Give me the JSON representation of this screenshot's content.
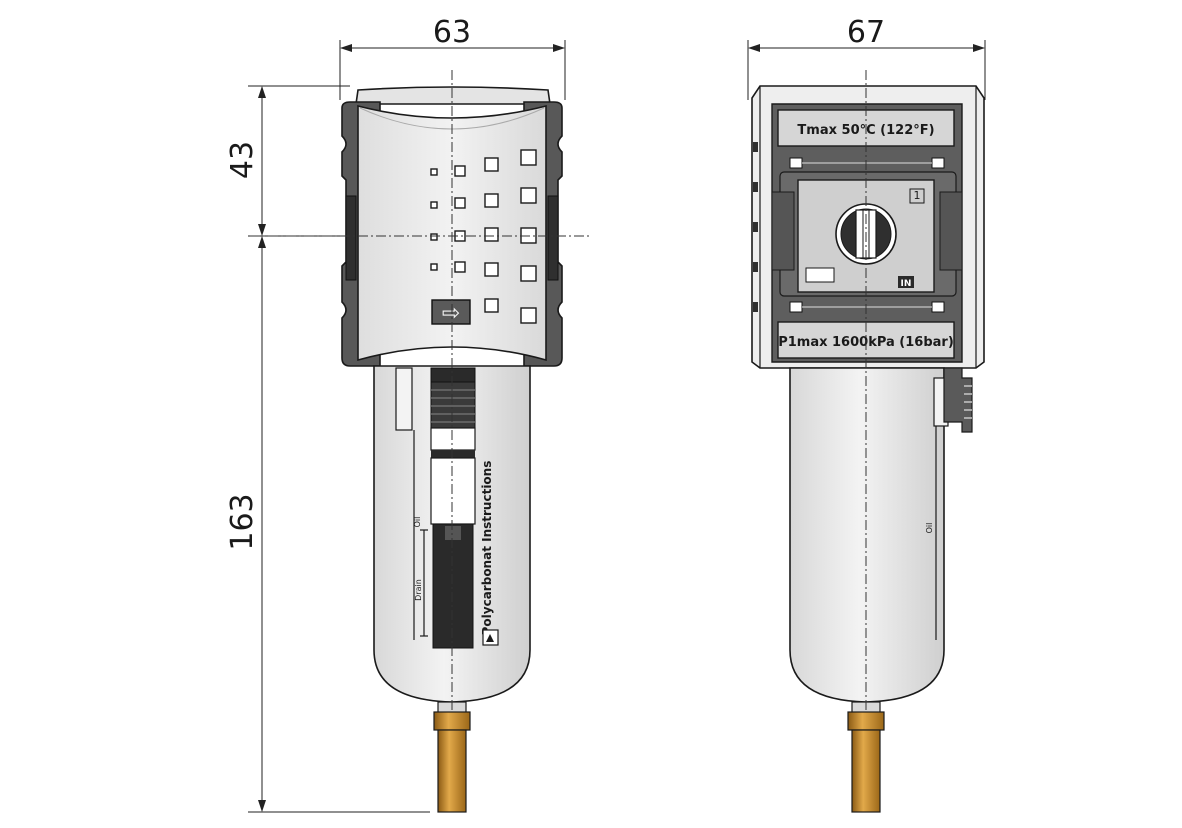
{
  "dimensions": {
    "front_width": "63",
    "side_width": "67",
    "head_height": "43",
    "overall_height": "163"
  },
  "front_view": {
    "bowl_label": "Polycarbonat Instructions",
    "scale_oil": "Oil",
    "scale_drain": "Drain",
    "flow_arrow": "⇨"
  },
  "side_view": {
    "temp_label": "Tmax 50°C (122°F)",
    "pressure_label": "P1max 1600kPa (16bar)",
    "port_in": "IN",
    "port_mark": "1",
    "scale_oil": "Oil"
  },
  "colors": {
    "body_light": "#ececec",
    "frame_dark": "#585858",
    "bowl": "#e9e9e9",
    "brass": "#c8872a",
    "label_plate": "#d6d6d6"
  }
}
